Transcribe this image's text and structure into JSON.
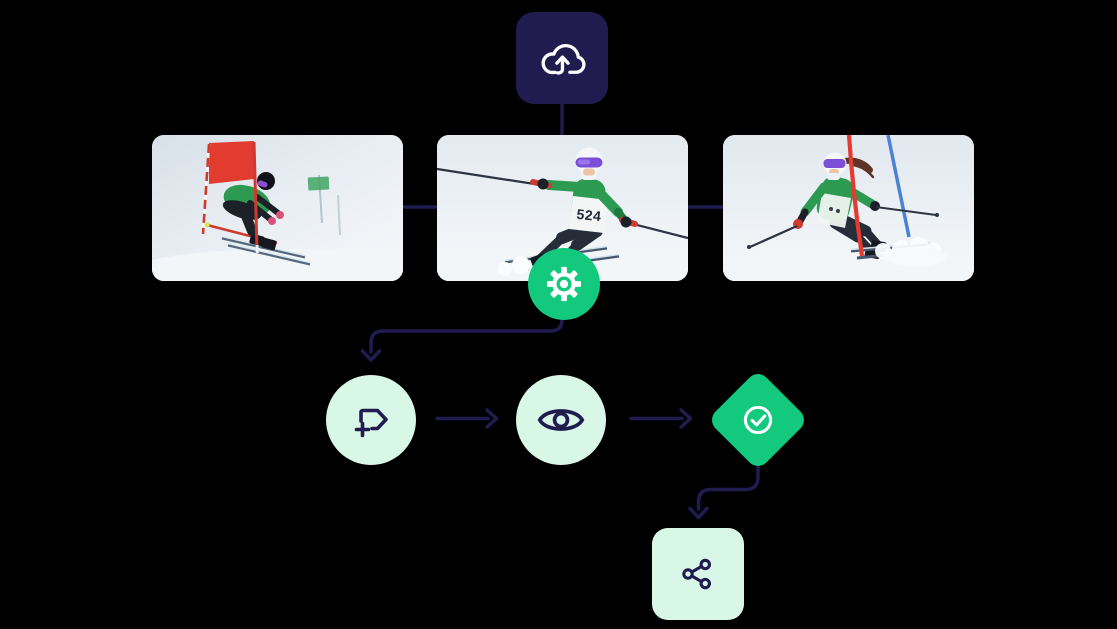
{
  "colors": {
    "canvas-bg": "#000000",
    "navy": "#211c50",
    "green": "#12c97e",
    "mint": "#d9f7e6",
    "snow": "#e7edf2",
    "gate-red": "#e23b30",
    "suit-green": "#2c9a50",
    "goggle-purple": "#7b4fd8",
    "pole-blue": "#4b82d8"
  },
  "workflow": {
    "steps": [
      {
        "id": "upload",
        "icon": "cloud-upload-icon",
        "shape": "rounded-square",
        "fill": "navy"
      },
      {
        "id": "images",
        "icon": "photo-cards",
        "shape": "photo-row",
        "fill": "snow"
      },
      {
        "id": "process",
        "icon": "gear-icon",
        "shape": "circle",
        "fill": "green"
      },
      {
        "id": "add-label",
        "icon": "tag-plus-icon",
        "shape": "circle",
        "fill": "mint"
      },
      {
        "id": "review",
        "icon": "eye-icon",
        "shape": "circle",
        "fill": "mint"
      },
      {
        "id": "approve",
        "icon": "check-circle-icon",
        "shape": "diamond",
        "fill": "green"
      },
      {
        "id": "share",
        "icon": "share-icon",
        "shape": "rounded-square",
        "fill": "mint"
      }
    ]
  },
  "photos": [
    {
      "alt": "Alpine ski racer in green and black suit crouched low, carving past a red gate flag with a small green flag behind"
    },
    {
      "alt": "Slalom skier facing downhill in white helmet, purple goggles, green top and white race bib",
      "bib": "524"
    },
    {
      "alt": "Slalom skier in green top rounding a red gate pole with a blue pole behind, snow spraying from skis"
    }
  ]
}
